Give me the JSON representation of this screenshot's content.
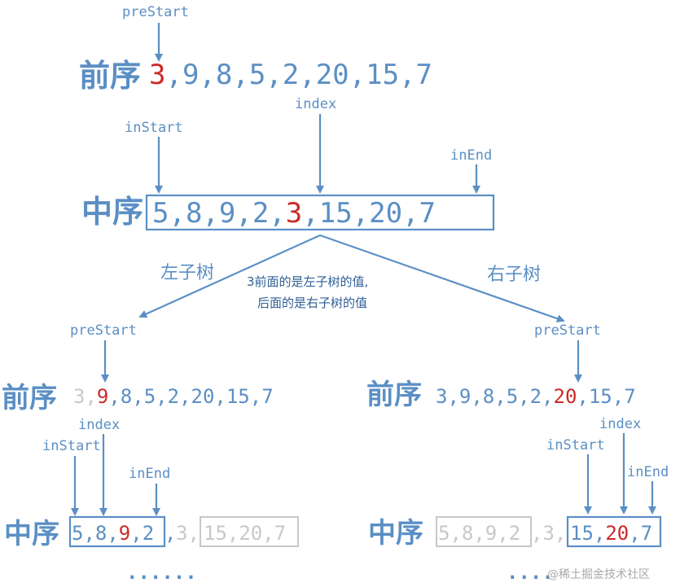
{
  "colors": {
    "primary": "#5b8fc4",
    "highlight": "#cc2a2a",
    "muted": "#c8c8c8"
  },
  "top": {
    "pre_label": "前序",
    "pre_pointer": "preStart",
    "pre_root": "3",
    "pre_rest": ",9,8,5,2,20,15,7",
    "in_label": "中序",
    "in_left": "5,8,9,2,",
    "in_root": "3",
    "in_right": ",15,20,7",
    "pointer_index": "index",
    "pointer_in_start": "inStart",
    "pointer_in_end": "inEnd"
  },
  "branches": {
    "left_label": "左子树",
    "right_label": "右子树",
    "note_line1": "3前面的是左子树的值,",
    "note_line2": "后面的是右子树的值"
  },
  "left": {
    "pre_label": "前序",
    "pre_pointer": "preStart",
    "pre_faded": "3,",
    "pre_root": "9",
    "pre_rest": ",8,5,2,20,15,7",
    "in_label": "中序",
    "pointer_index": "index",
    "pointer_in_start": "inStart",
    "pointer_in_end": "inEnd",
    "in_a": "5,8,",
    "in_root": "9",
    "in_b": ",2",
    "in_sep": ",",
    "in_faded_mid": "3,",
    "in_faded_box": "15,20,7",
    "ellipsis": "......"
  },
  "right": {
    "pre_label": "前序",
    "pre_pointer": "preStart",
    "pre_a": "3,9,8,5,2,",
    "pre_root": "20",
    "pre_rest": ",15,7",
    "in_label": "中序",
    "pointer_index": "index",
    "pointer_in_start": "inStart",
    "pointer_in_end": "inEnd",
    "in_faded_box": "5,8,9,2",
    "in_faded_mid": ",3,",
    "in_a": "15,",
    "in_root": "20",
    "in_b": ",7",
    "ellipsis": "....",
    "watermark": "@稀土掘金技术社区"
  }
}
